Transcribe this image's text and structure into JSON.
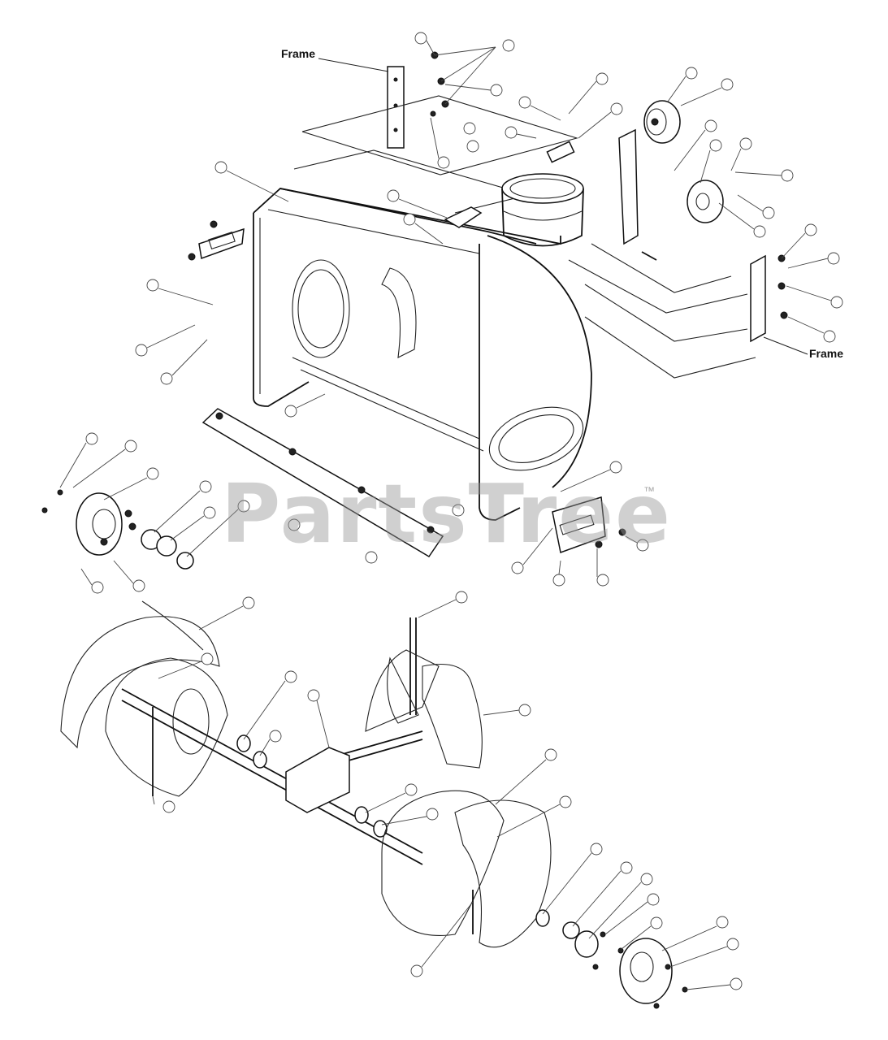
{
  "labels": {
    "frame_top": "Frame",
    "frame_right": "Frame"
  },
  "watermark": {
    "text": "PartsTree",
    "trademark": "™"
  },
  "colors": {
    "line": "#222222",
    "watermark": "#969696",
    "background": "#ffffff"
  }
}
